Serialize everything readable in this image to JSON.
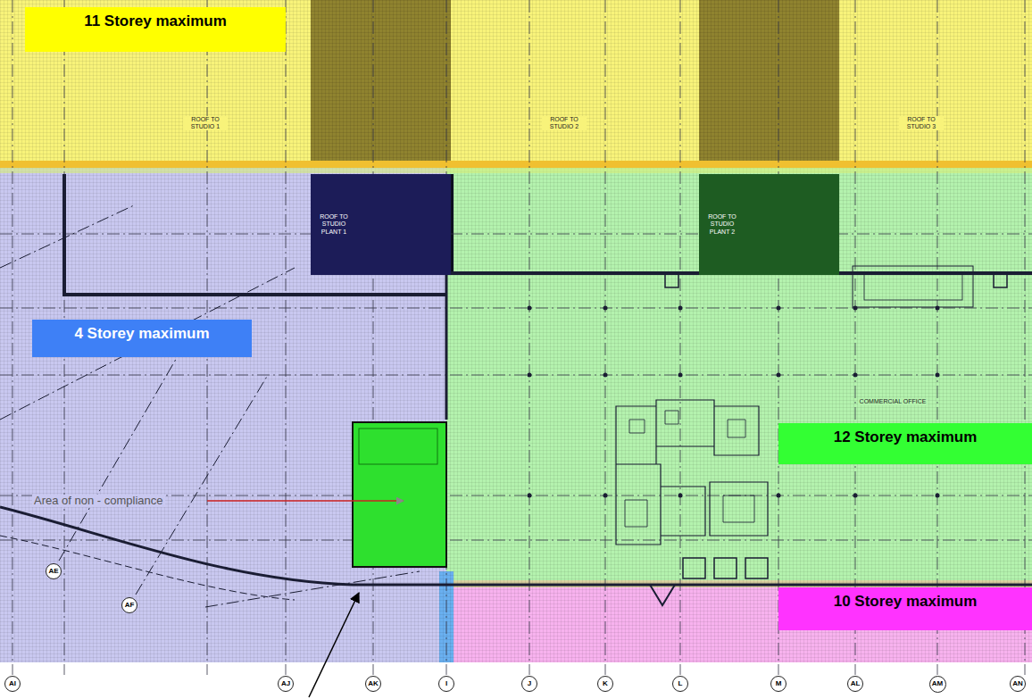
{
  "diagram": {
    "nodes": [
      {
        "text": [
          "11 Storey maximum"
        ]
      },
      {
        "text": [
          "ROOF TO STUDIO PLANT 1"
        ]
      },
      {
        "text": [
          "ROOF TO STUDIO PLANT 2"
        ]
      },
      {
        "text": [
          "4 Storey maximum"
        ]
      },
      {
        "text": [
          "12 Storey maximum"
        ]
      },
      {
        "text": [
          "AE"
        ]
      },
      {
        "text": [
          "10 Storey maximum"
        ]
      },
      {
        "text": [
          "AF"
        ]
      },
      {
        "text": [
          "AI"
        ]
      },
      {
        "text": [
          "AJ"
        ]
      },
      {
        "text": [
          "AK"
        ]
      },
      {
        "text": [
          "I"
        ]
      },
      {
        "text": [
          "J"
        ]
      },
      {
        "text": [
          "K"
        ]
      },
      {
        "text": [
          "L"
        ]
      },
      {
        "text": [
          "M"
        ]
      },
      {
        "text": [
          "AL"
        ]
      },
      {
        "text": [
          "AM"
        ]
      },
      {
        "text": [
          "AN"
        ]
      }
    ],
    "labels": [
      "ROOF TO STUDIO 1",
      "ROOF TO STUDIO 2",
      "ROOF TO STUDIO 3",
      "COMMERCIAL OFFICE",
      "Area of non - compliance"
    ]
  }
}
